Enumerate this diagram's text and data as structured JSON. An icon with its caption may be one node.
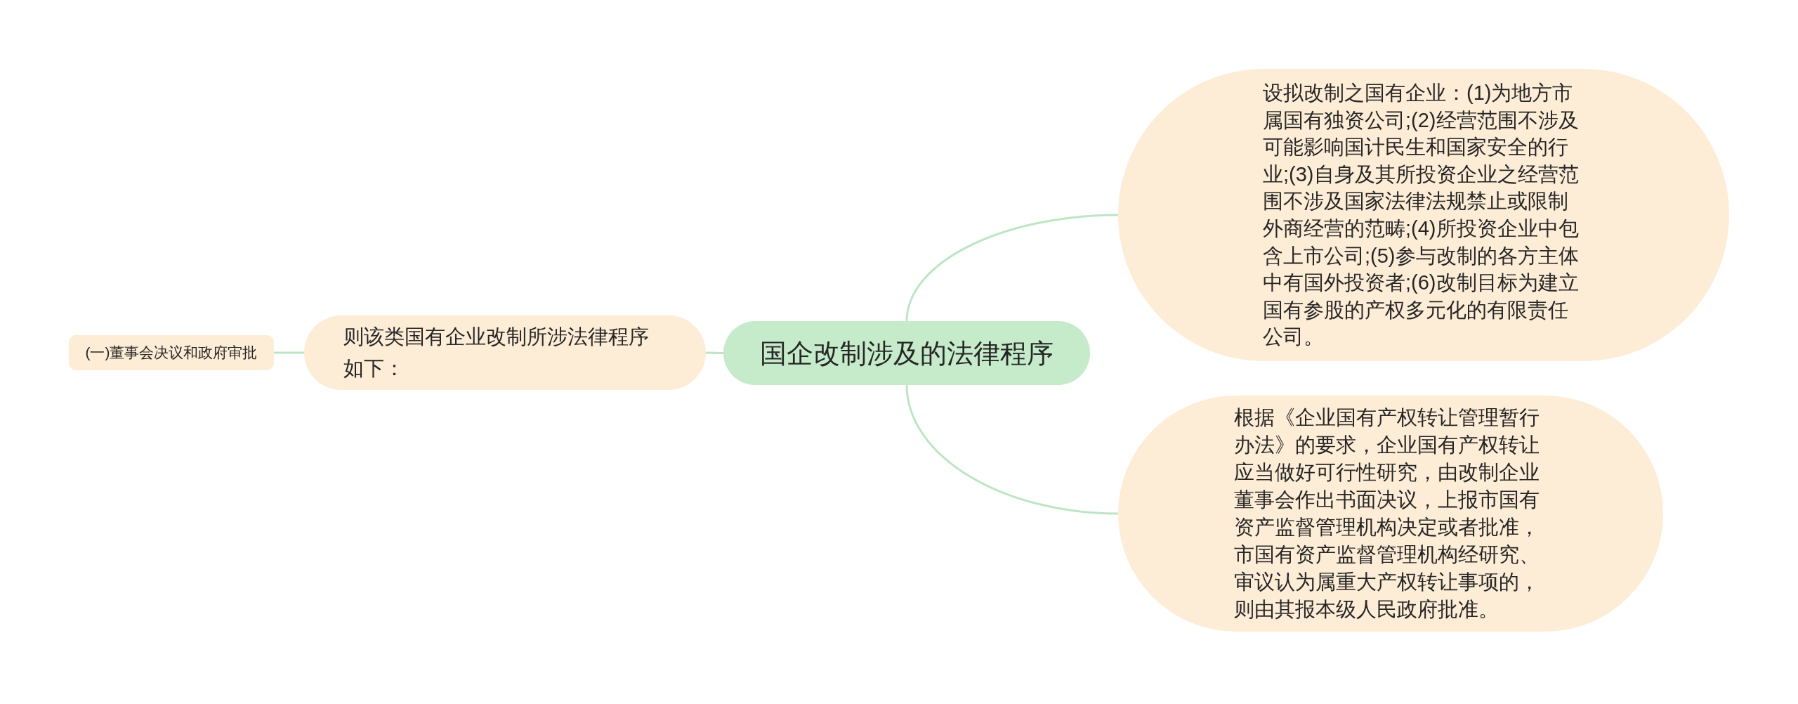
{
  "diagram": {
    "nodes": [
      {
        "text": [
          "国企改制涉及的法律程序"
        ]
      },
      {
        "text": [
          "则该类国有企业改制所涉法律程序如下："
        ]
      },
      {
        "text": [
          "(一)董事会决议和政府审批"
        ]
      },
      {
        "text": [
          "设拟改制之国有企业：(1)为地方市属国有独资公司;(2)经营范围不涉及可能影响国计民生和国家安全的行业;(3)自身及其所投资企业之经营范围不涉及国家法律法规禁止或限制外商经营的范畴;(4)所投资企业中包含上市公司;(5)参与改制的各方主体中有国外投资者;(6)改制目标为建立国有参股的产权多元化的有限责任公司。"
        ]
      },
      {
        "text": [
          "根据《企业国有产权转让管理暂行办法》的要求，企业国有产权转让应当做好可行性研究，由改制企业董事会作出书面决议，上报市国有资产监督管理机构决定或者批准，市国有资产监督管理机构经研究、审议认为属重大产权转让事项的，则由其报本级人民政府批准。"
        ]
      }
    ],
    "edges": [
      {
        "from": 0,
        "to": 1,
        "arrow": "none"
      },
      {
        "from": 1,
        "to": 2,
        "arrow": "none"
      },
      {
        "from": 0,
        "to": 3,
        "arrow": "none"
      },
      {
        "from": 0,
        "to": 4,
        "arrow": "none"
      }
    ]
  }
}
